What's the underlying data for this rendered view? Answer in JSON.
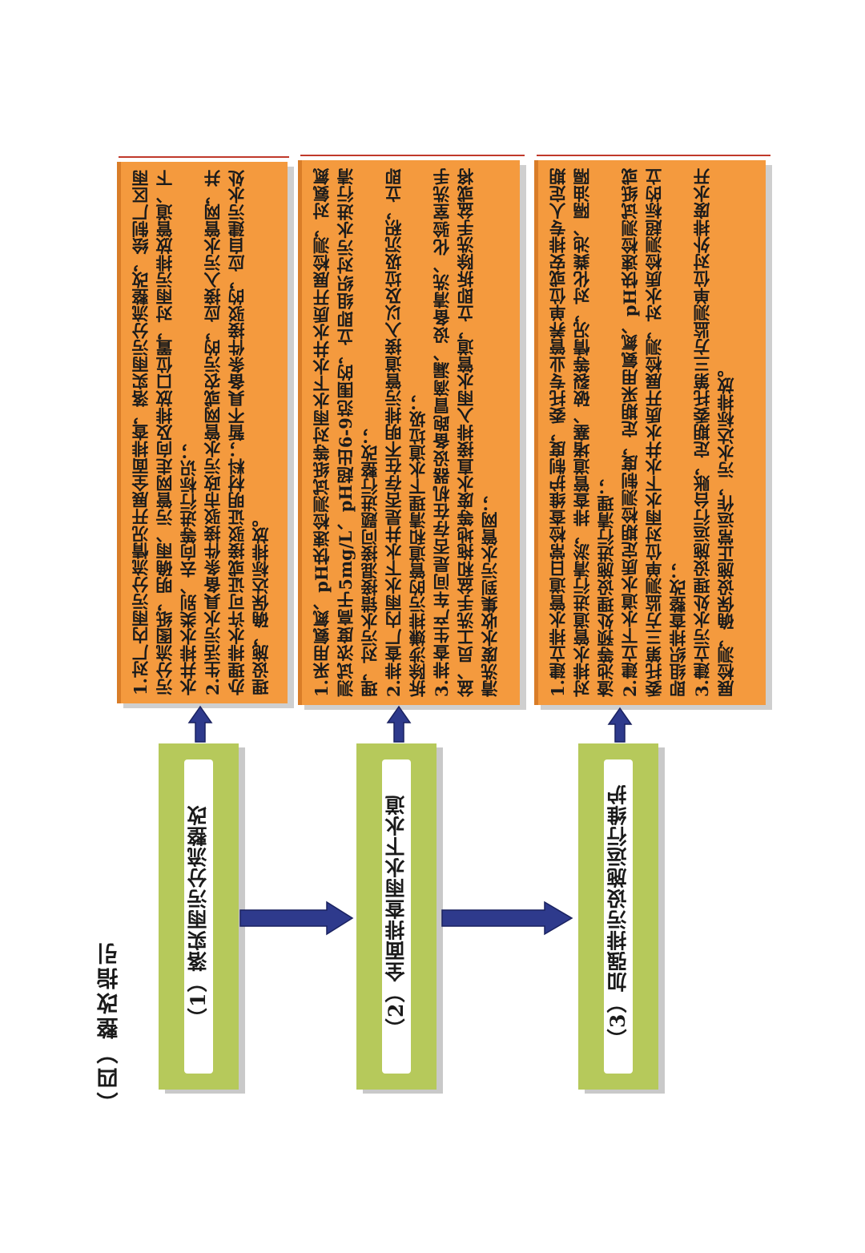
{
  "section_title": "（四）整改指引",
  "steps": [
    {
      "label": "（1）落实雨污分流整改",
      "details": [
        "1.对厂内雨污分流情况开展全面排查，落实雨污分流整改，绘制厂区雨污分流图纸，明确雨、污管网走向及排放口位置，对雨污排放管道、下水井排水类别、去向等进行标识；",
        "2.生活污水具备条件接驳市政污水管网或农污的，应接入污水管网，并办理排水许可证或接驳证明材料；暂不具备条件接驳的，应自建污水处理设施，确保达标排放。"
      ]
    },
    {
      "label": "（2）全面排查雨水下水道",
      "details": [
        "1.采用氨氮、pH快速检测试纸等对雨水下水井水质开展检测，对氨氮测试浓度高于5mg/L、pH超出6-9范围的，立即组织对污水进行清理，对污水错接混接问题进行整改；",
        "2.排查厂内雨水下水井是否存在不明排污管道接入以及垃圾沉积，立即拆除涉嫌排污的管道和清理下水道垃圾；",
        "3.排查生产车间是否存在机器设备跑冒滴漏、设备清洗、化验室洗手盆、员工洗手盆和拖地等废水直接排入雨水管道，立即拆除洗手盆或将清洗废水收集到污水管网；"
      ]
    },
    {
      "label": "（3）加强排污设施运行维护",
      "details": [
        "1.建立排水管道日常检查维护制度，委托专业管养单位或安排专人定期对排水管道进行清淤，排查管道堵塞、破裂等情况，对化粪池、隔油隔渣池等预处理设施进行清理；",
        "2.建立下水道水质定期检测制度，定期采用氨氮、pH快速检测试纸或委托第三方监测单位对雨水下水井水质开展检测，对水质检测超标的立即组织排查整改；",
        "3.建立污水处理设施运行台账，定期委托第三方监测单位对外排废水开展检测，确保设施正常运作，污水达标排放。"
      ]
    }
  ],
  "colors": {
    "step_fill": "#b6c95b",
    "detail_fill": "#f49a3e",
    "arrow": "#2e3a8c"
  }
}
